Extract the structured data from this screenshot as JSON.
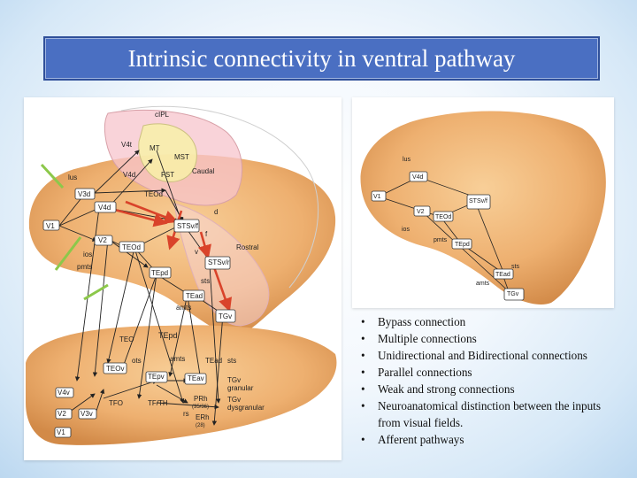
{
  "slide": {
    "title": "Intrinsic connectivity in ventral pathway",
    "bullets": [
      "Bypass connection",
      "Multiple connections",
      "Unidirectional and Bidirectional connections",
      "Parallel connections",
      "Weak and strong connections",
      "Neuroanatomical distinction between the inputs from visual fields.",
      "Afferent pathways"
    ],
    "bullet_symbol": "•"
  },
  "left_diagram": {
    "labels": {
      "cipl": "cIPL",
      "v4t": "V4t",
      "mt": "MT",
      "mst": "MST",
      "v4d_top": "V4d",
      "fst": "FST",
      "caudal": "Caudal",
      "teod_top": "TEOd",
      "lus": "lus",
      "v3d": "V3d",
      "v4d": "V4d",
      "d": "d",
      "v1": "V1",
      "v2": "V2",
      "stsvt": "STSv/f",
      "teod": "TEOd",
      "f": "f",
      "rostral": "Rostral",
      "ios": "ios",
      "v": "v",
      "pmts": "pmts",
      "tepd": "TEpd",
      "stsvr": "STSv/r",
      "sts": "sts",
      "tead": "TEad",
      "amts": "amts",
      "tgv": "TGv",
      "teo_mid": "TEO",
      "tepd_lower": "TEpd",
      "ots": "ots",
      "amts_lower": "amts",
      "tead_lower": "TEad",
      "sts_lower": "sts",
      "teov": "TEOv",
      "tepv": "TEpv",
      "teav": "TEav",
      "v4v": "V4v",
      "tgv_lower": "TGv",
      "granular": "granular",
      "tfo": "TFO",
      "tfth": "TF/TH",
      "prh": "PRh",
      "prh_num": "(35/36)",
      "tgv_lower2": "TGv",
      "dysgranular": "dysgranular",
      "v2_lower": "V2",
      "v3v": "V3v",
      "rs": "rs",
      "erh": "ERh",
      "erh_num": "(28)",
      "v1_lower": "V1"
    }
  },
  "right_diagram": {
    "labels": {
      "lus": "lus",
      "v4d": "V4d",
      "v1": "V1",
      "stsvf": "STSv/f",
      "v2": "V2",
      "teod": "TEOd",
      "ios": "ios",
      "pmts": "pmts",
      "tepd": "TEpd",
      "sts": "sts",
      "tead": "TEad",
      "amts": "amts",
      "tgv": "TGv"
    }
  },
  "colors": {
    "title_bg": "#4a6fc2",
    "brain": "#f0b878",
    "arrow_red": "#d9432a",
    "arrow_green": "#8cc84a",
    "region_pink": "#f7c4cc",
    "region_yellow": "#f8f0a8"
  }
}
